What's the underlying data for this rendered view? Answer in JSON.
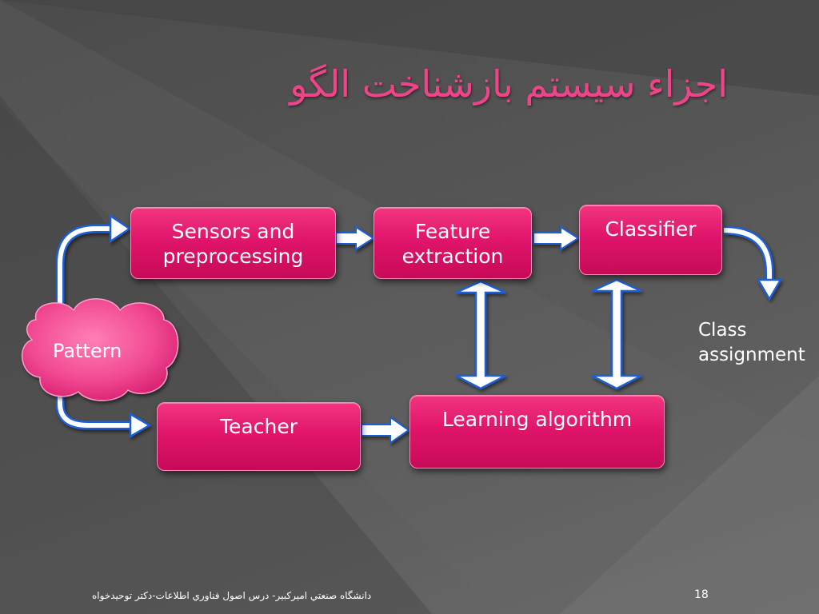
{
  "title": "اجزاء سيستم بازشناخت الگو",
  "nodes": {
    "pattern": "Pattern",
    "sensors": "Sensors and\npreprocessing",
    "feature": "Feature\nextraction",
    "classifier": "Classifier",
    "teacher": "Teacher",
    "learning": "Learning algorithm"
  },
  "output_label": "Class\nassignment",
  "footer": {
    "text": "دانشگاه صنعتي اميركبير- درس اصول فناوري اطلاعات-دكتر توحيدخواه",
    "page_number": "18"
  },
  "colors": {
    "box_fill": "#e0156b",
    "title": "#f0448a",
    "arrow_fill": "#ffffff",
    "arrow_stroke": "#1f5fd6"
  }
}
